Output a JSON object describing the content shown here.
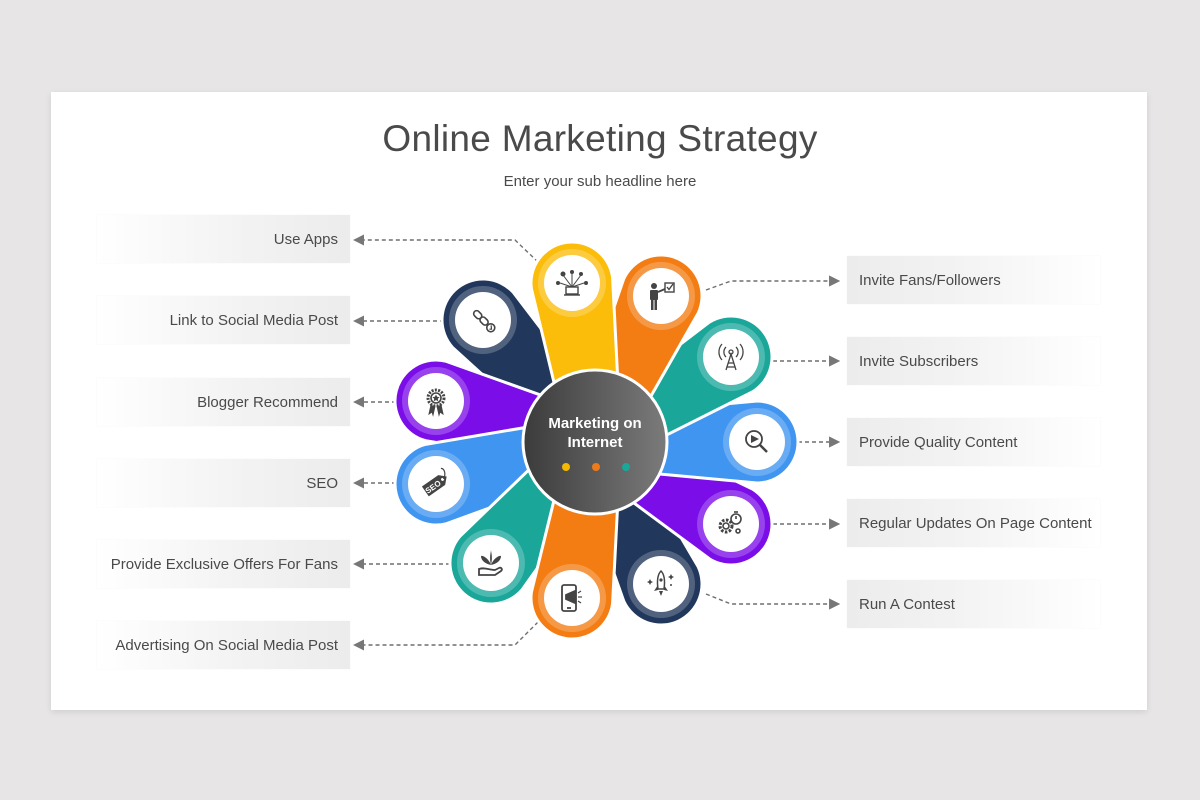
{
  "slide": {
    "title": "Online Marketing Strategy",
    "subtitle": "Enter your sub headline here"
  },
  "hub": {
    "label_line1": "Marketing on",
    "label_line2": "Internet",
    "dots": [
      "#f5b800",
      "#f07a18",
      "#1aa79a"
    ],
    "color_start": "#3e3e3e",
    "color_end": "#7a7a7a"
  },
  "left_items": [
    {
      "label": "Use Apps",
      "icon": "social-network-icon",
      "color": "#fbbd0a"
    },
    {
      "label": "Link to Social Media Post",
      "icon": "link-icon",
      "color": "#21375c"
    },
    {
      "label": "Blogger Recommend",
      "icon": "award-badge-icon",
      "color": "#7a0de8"
    },
    {
      "label": "SEO",
      "icon": "seo-tag-icon",
      "color": "#3f95f0"
    },
    {
      "label": "Provide Exclusive Offers For Fans",
      "icon": "plant-in-hand-icon",
      "color": "#1aa79a"
    },
    {
      "label": "Advertising On Social Media Post",
      "icon": "mobile-megaphone-icon",
      "color": "#f47d13"
    }
  ],
  "right_items": [
    {
      "label": "Invite Fans/Followers",
      "icon": "presenter-checklist-icon",
      "color": "#f47d13"
    },
    {
      "label": "Invite Subscribers",
      "icon": "broadcast-tower-icon",
      "color": "#1aa79a"
    },
    {
      "label": "Provide Quality Content",
      "icon": "video-search-icon",
      "color": "#3f95f0"
    },
    {
      "label": "Regular Updates On Page Content",
      "icon": "gear-timer-icon",
      "color": "#7a0de8"
    },
    {
      "label": "Run A Contest",
      "icon": "rocket-icon",
      "color": "#21375c"
    }
  ]
}
